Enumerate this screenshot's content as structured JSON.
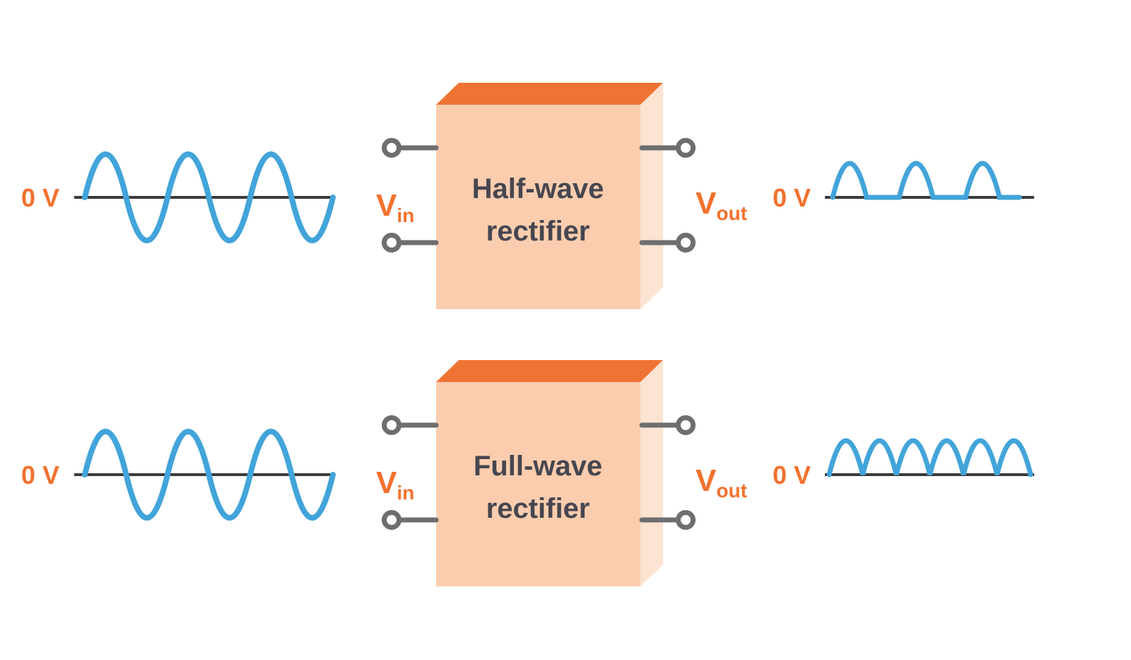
{
  "colors": {
    "background": "#ffffff",
    "wave_blue": "#42a4da",
    "axis_dark": "#3a3a3a",
    "orange": "#f2712e",
    "box_top": "#ef7434",
    "box_front": "#fbcdae",
    "box_side": "#fde3d2",
    "box_title": "#46464f",
    "terminal_gray": "#6e6e6e"
  },
  "rows": [
    {
      "id": "half-wave",
      "input_zero_label": "0 V",
      "output_zero_label": "0 V",
      "box_title_line1": "Half-wave",
      "box_title_line2": "rectifier",
      "vin_base": "V",
      "vin_sub": "in",
      "vout_base": "V",
      "vout_sub": "out",
      "input_wave": {
        "type": "sine",
        "cycles": 3,
        "zero_reference": "0 V"
      },
      "output_wave": {
        "type": "half-wave-rectified",
        "positive_pulses": 3,
        "zero_between_pulses": true,
        "zero_reference": "0 V"
      }
    },
    {
      "id": "full-wave",
      "input_zero_label": "0 V",
      "output_zero_label": "0 V",
      "box_title_line1": "Full-wave",
      "box_title_line2": "rectifier",
      "vin_base": "V",
      "vin_sub": "in",
      "vout_base": "V",
      "vout_sub": "out",
      "input_wave": {
        "type": "sine",
        "cycles": 3,
        "zero_reference": "0 V"
      },
      "output_wave": {
        "type": "full-wave-rectified",
        "positive_pulses": 6,
        "zero_between_pulses": false,
        "zero_reference": "0 V"
      }
    }
  ]
}
